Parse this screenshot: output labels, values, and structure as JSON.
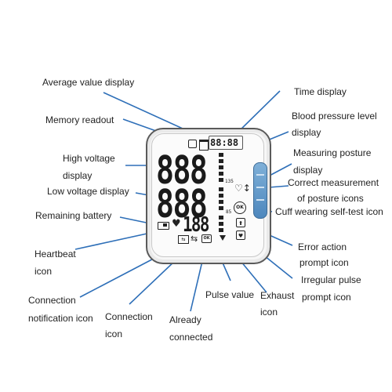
{
  "labels": {
    "average_value_display": "Average value display",
    "time_display": "Time display",
    "memory_readout": "Memory readout",
    "bp_level_line1": "Blood pressure level",
    "bp_level_line2": "display",
    "high_voltage_line1": "High voltage",
    "high_voltage_line2": "display",
    "measuring_posture_line1": "Measuring posture",
    "measuring_posture_line2": "display",
    "low_voltage_display": "Low voltage display",
    "correct_posture_line1": "Correct measurement",
    "correct_posture_line2": "of posture icons",
    "cuff_self_test": "Cuff wearing self-test icon",
    "remaining_battery": "Remaining battery",
    "heartbeat_line1": "Heartbeat",
    "heartbeat_line2": "icon",
    "error_action_line1": "Error action",
    "error_action_line2": "prompt icon",
    "irregular_pulse_line1": "Irregular pulse",
    "irregular_pulse_line2": "prompt icon",
    "connection_notification_line1": "Connection",
    "connection_notification_line2": "notification icon",
    "connection_icon_line1": "Connection",
    "connection_icon_line2": "icon",
    "pulse_value": "Pulse value",
    "exhaust_line1": "Exhaust",
    "exhaust_line2": "icon",
    "already_connected_line1": "Already",
    "already_connected_line2": "connected"
  },
  "lcd": {
    "time_digits": "88:88",
    "scale_high": "135",
    "scale_low": "85",
    "systolic_digits": "888",
    "diastolic_digits": "888",
    "pulse_digits": "188",
    "ok_text": "OK",
    "ok_small": "OK"
  },
  "colors": {
    "leader_line": "#2e6fb8",
    "lcd_segment": "#1a1a1a",
    "posture_block": "#5b93c6"
  },
  "icons": [
    "memory-icon",
    "average-icon",
    "battery-icon",
    "heartbeat-icon",
    "connection-notification-icon",
    "connection-icon",
    "already-connected-icon",
    "posture-heart-icon",
    "cuff-ok-icon",
    "error-action-icon",
    "irregular-pulse-icon",
    "exhaust-icon"
  ]
}
